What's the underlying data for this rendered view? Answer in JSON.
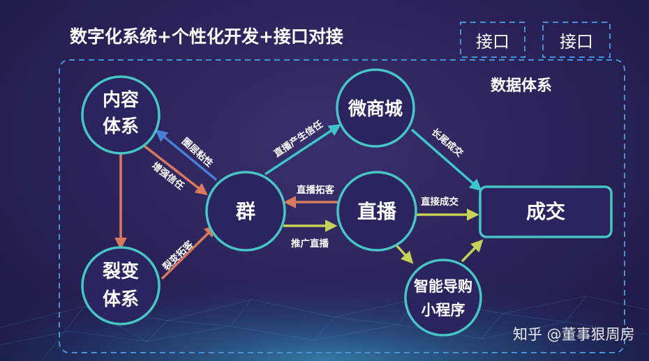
{
  "title": "数字化系统+个性化开发+接口对接",
  "interface_boxes": [
    "接口",
    "接口"
  ],
  "data_system_label": "数据体系",
  "nodes": {
    "content": [
      "内容",
      "体系"
    ],
    "fission": [
      "裂变",
      "体系"
    ],
    "group": "群",
    "mall": "微商城",
    "live": "直播",
    "deal": "成交",
    "mini": [
      "智能导购",
      "小程序"
    ]
  },
  "edges": {
    "circle_sticky": "圈层粘性",
    "enhance_trust": "增强信任",
    "fission_acquire": "裂变拓客",
    "live_trust": "直播产生信任",
    "live_acquire": "直播拓客",
    "promote_live": "推广直播",
    "long_tail": "长尾成交",
    "direct_deal": "直接成交"
  },
  "watermark": "知乎 @董事狠周房",
  "colors": {
    "bg": "#2a2257",
    "circle_border": "#46c7c4",
    "arrow_orange": "#d87a5c",
    "arrow_blue": "#4a7fd8",
    "arrow_teal": "#3fc6c8",
    "arrow_yellow": "#c5d357",
    "dash": "#4a92d8"
  }
}
